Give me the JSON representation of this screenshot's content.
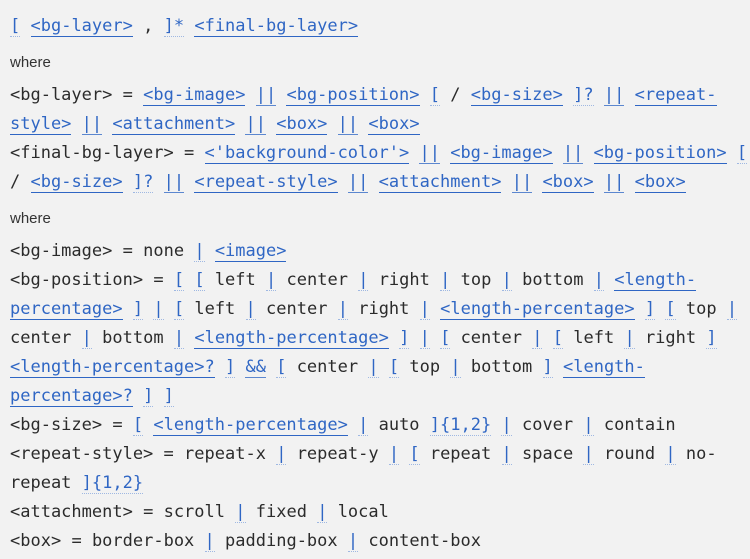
{
  "colors": {
    "background": "#f2f2f2",
    "plain_text": "#2b2b2b",
    "link_blue": "#2f66c4"
  },
  "syntax": {
    "sections": [
      {
        "type": "syntax",
        "lines": [
          [
            [
              "[",
              "c"
            ],
            [
              "<bg-layer>",
              "l"
            ],
            [
              ",",
              "p"
            ],
            [
              "]*",
              "c"
            ],
            [
              "<final-bg-layer>",
              "l"
            ]
          ]
        ]
      },
      {
        "type": "where",
        "text": "where"
      },
      {
        "type": "syntax",
        "lines": [
          [
            [
              "<bg-layer>",
              "p"
            ],
            [
              "=",
              "p"
            ],
            [
              "<bg-image>",
              "l"
            ],
            [
              "||",
              "o"
            ],
            [
              "<bg-position>",
              "l"
            ],
            [
              "[",
              "c"
            ],
            [
              "/",
              "p"
            ],
            [
              "<bg-size>",
              "l"
            ],
            [
              "]?",
              "c"
            ],
            [
              "||",
              "o"
            ],
            [
              "<repeat-",
              "l"
            ]
          ],
          [
            [
              "style>",
              "l"
            ],
            [
              "||",
              "o"
            ],
            [
              "<attachment>",
              "l"
            ],
            [
              "||",
              "o"
            ],
            [
              "<box>",
              "l"
            ],
            [
              "||",
              "o"
            ],
            [
              "<box>",
              "l"
            ]
          ],
          [
            [
              "<final-bg-layer>",
              "p"
            ],
            [
              "=",
              "p"
            ],
            [
              "<'background-color'>",
              "l"
            ],
            [
              "||",
              "o"
            ],
            [
              "<bg-image>",
              "l"
            ],
            [
              "||",
              "o"
            ],
            [
              "<bg-position>",
              "l"
            ],
            [
              "[",
              "c"
            ]
          ],
          [
            [
              "/",
              "p"
            ],
            [
              "<bg-size>",
              "l"
            ],
            [
              "]?",
              "c"
            ],
            [
              "||",
              "o"
            ],
            [
              "<repeat-style>",
              "l"
            ],
            [
              "||",
              "o"
            ],
            [
              "<attachment>",
              "l"
            ],
            [
              "||",
              "o"
            ],
            [
              "<box>",
              "l"
            ],
            [
              "||",
              "o"
            ],
            [
              "<box>",
              "l"
            ]
          ]
        ]
      },
      {
        "type": "where",
        "text": "where"
      },
      {
        "type": "syntax",
        "lines": [
          [
            [
              "<bg-image>",
              "p"
            ],
            [
              "=",
              "p"
            ],
            [
              "none",
              "p"
            ],
            [
              "|",
              "c"
            ],
            [
              "<image>",
              "l"
            ]
          ],
          [
            [
              "<bg-position>",
              "p"
            ],
            [
              "=",
              "p"
            ],
            [
              "[",
              "c"
            ],
            [
              "[",
              "c"
            ],
            [
              "left",
              "p"
            ],
            [
              "|",
              "c"
            ],
            [
              "center",
              "p"
            ],
            [
              "|",
              "c"
            ],
            [
              "right",
              "p"
            ],
            [
              "|",
              "c"
            ],
            [
              "top",
              "p"
            ],
            [
              "|",
              "c"
            ],
            [
              "bottom",
              "p"
            ],
            [
              "|",
              "c"
            ],
            [
              "<length-",
              "l"
            ]
          ],
          [
            [
              "percentage>",
              "l"
            ],
            [
              "]",
              "c"
            ],
            [
              "|",
              "c"
            ],
            [
              "[",
              "c"
            ],
            [
              "left",
              "p"
            ],
            [
              "|",
              "c"
            ],
            [
              "center",
              "p"
            ],
            [
              "|",
              "c"
            ],
            [
              "right",
              "p"
            ],
            [
              "|",
              "c"
            ],
            [
              "<length-percentage>",
              "l"
            ],
            [
              "]",
              "c"
            ],
            [
              "[",
              "c"
            ],
            [
              "top",
              "p"
            ],
            [
              "|",
              "c"
            ]
          ],
          [
            [
              "center",
              "p"
            ],
            [
              "|",
              "c"
            ],
            [
              "bottom",
              "p"
            ],
            [
              "|",
              "c"
            ],
            [
              "<length-percentage>",
              "l"
            ],
            [
              "]",
              "c"
            ],
            [
              "|",
              "c"
            ],
            [
              "[",
              "c"
            ],
            [
              "center",
              "p"
            ],
            [
              "|",
              "c"
            ],
            [
              "[",
              "c"
            ],
            [
              "left",
              "p"
            ],
            [
              "|",
              "c"
            ],
            [
              "right",
              "p"
            ],
            [
              "]",
              "c"
            ]
          ],
          [
            [
              "<length-percentage>?",
              "l"
            ],
            [
              "]",
              "c"
            ],
            [
              "&&",
              "o"
            ],
            [
              "[",
              "c"
            ],
            [
              "center",
              "p"
            ],
            [
              "|",
              "c"
            ],
            [
              "[",
              "c"
            ],
            [
              "top",
              "p"
            ],
            [
              "|",
              "c"
            ],
            [
              "bottom",
              "p"
            ],
            [
              "]",
              "c"
            ],
            [
              "<length-",
              "l"
            ]
          ],
          [
            [
              "percentage>?",
              "l"
            ],
            [
              "]",
              "c"
            ],
            [
              "]",
              "c"
            ]
          ],
          [
            [
              "<bg-size>",
              "p"
            ],
            [
              "=",
              "p"
            ],
            [
              "[",
              "c"
            ],
            [
              "<length-percentage>",
              "l"
            ],
            [
              "|",
              "c"
            ],
            [
              "auto",
              "p"
            ],
            [
              "]{1,2}",
              "c"
            ],
            [
              "|",
              "c"
            ],
            [
              "cover",
              "p"
            ],
            [
              "|",
              "c"
            ],
            [
              "contain",
              "p"
            ]
          ],
          [
            [
              "<repeat-style>",
              "p"
            ],
            [
              "=",
              "p"
            ],
            [
              "repeat-x",
              "p"
            ],
            [
              "|",
              "c"
            ],
            [
              "repeat-y",
              "p"
            ],
            [
              "|",
              "c"
            ],
            [
              "[",
              "c"
            ],
            [
              "repeat",
              "p"
            ],
            [
              "|",
              "c"
            ],
            [
              "space",
              "p"
            ],
            [
              "|",
              "c"
            ],
            [
              "round",
              "p"
            ],
            [
              "|",
              "c"
            ],
            [
              "no-",
              "p"
            ]
          ],
          [
            [
              "repeat",
              "p"
            ],
            [
              "]{1,2}",
              "c"
            ]
          ],
          [
            [
              "<attachment>",
              "p"
            ],
            [
              "=",
              "p"
            ],
            [
              "scroll",
              "p"
            ],
            [
              "|",
              "c"
            ],
            [
              "fixed",
              "p"
            ],
            [
              "|",
              "c"
            ],
            [
              "local",
              "p"
            ]
          ],
          [
            [
              "<box>",
              "p"
            ],
            [
              "=",
              "p"
            ],
            [
              "border-box",
              "p"
            ],
            [
              "|",
              "c"
            ],
            [
              "padding-box",
              "p"
            ],
            [
              "|",
              "c"
            ],
            [
              "content-box",
              "p"
            ]
          ]
        ]
      }
    ]
  }
}
